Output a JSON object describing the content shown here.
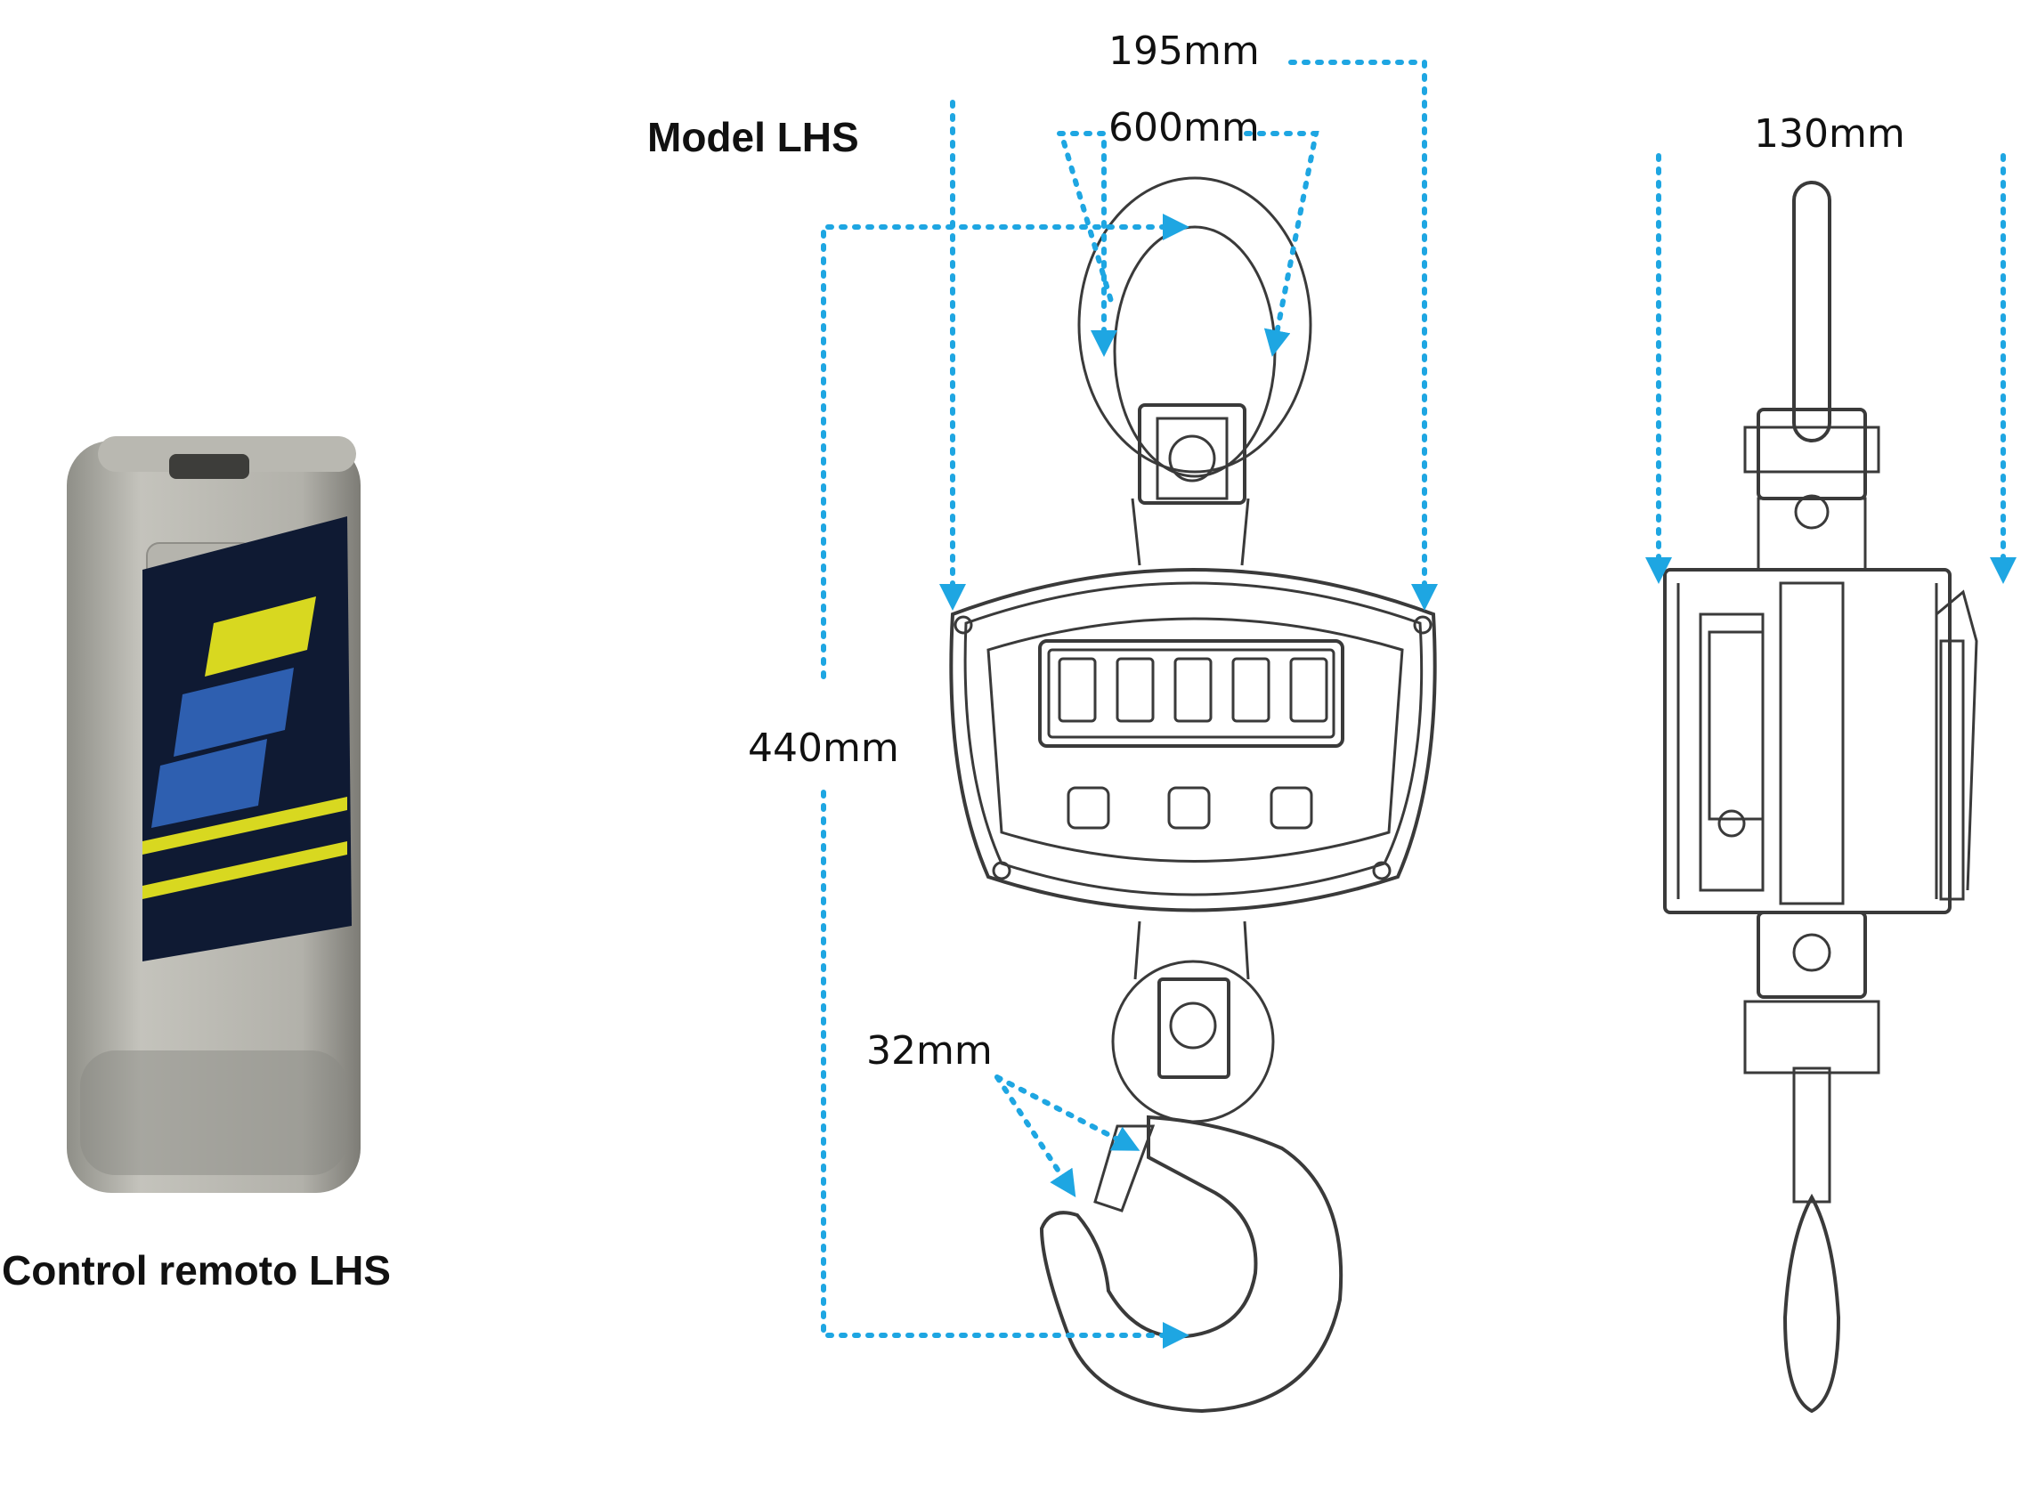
{
  "labels": {
    "model": "Model LHS",
    "remote": "Control remoto LHS"
  },
  "dimensions": {
    "width_top": "195mm",
    "shackle": "600mm",
    "height": "440mm",
    "hook_gap": "32mm",
    "depth": "130mm"
  },
  "colors": {
    "dimension_line": "#1ea6e2",
    "drawing_line": "#3a3a3a",
    "remote_body": "#a8a8a0",
    "remote_panel": "#0f1a33",
    "remote_accent": "#d8d820"
  }
}
